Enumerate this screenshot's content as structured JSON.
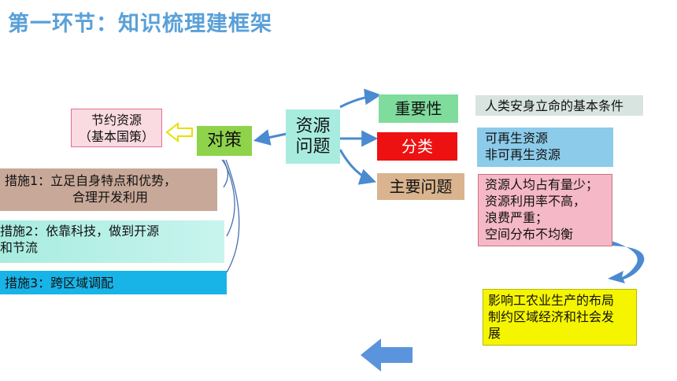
{
  "title": "第一环节：知识梳理建框架",
  "center": {
    "line1": "资源",
    "line2": "问题"
  },
  "countermeasure": "对策",
  "national_policy": {
    "line1": "节约资源",
    "line2": "（基本国策）"
  },
  "branches": {
    "importance": {
      "label": "重要性",
      "note": "人类安身立命的基本条件"
    },
    "classification": {
      "label": "分类",
      "note_lines": [
        "可再生资源",
        "非可再生资源"
      ]
    },
    "main_problems": {
      "label": "主要问题",
      "note_lines": [
        "资源人均占有量少；",
        "资源利用率不高，",
        "浪费严重；",
        "空间分布不均衡"
      ]
    }
  },
  "impact": {
    "lines": [
      "影响工农业生产的布局",
      "制约区域经济和社会发",
      "展"
    ]
  },
  "measures": [
    {
      "lines": [
        "措施1：立足自身特点和优势，",
        "合理开发利用"
      ],
      "color": "#c8a898"
    },
    {
      "lines": [
        "措施2：依靠科技，做到开源",
        "和节流"
      ],
      "color": "#a8ece0"
    },
    {
      "lines": [
        "措施3：跨区域调配"
      ],
      "color": "#18b4e8"
    }
  ],
  "colors": {
    "title": "#5aa0d8",
    "center_box": "#a8ece0",
    "countermeasure_box": "#8ed34a",
    "importance_box": "#7fdc9c",
    "classification_box": "#ee1111",
    "main_problems_box": "#d9b48e",
    "importance_note": "#d8e4e0",
    "classification_note": "#8ccbea",
    "problems_note": "#f5b8c6",
    "impact_box": "#f5f500",
    "policy_box": "#fadbe2",
    "arrow": "#4a8ad0"
  }
}
